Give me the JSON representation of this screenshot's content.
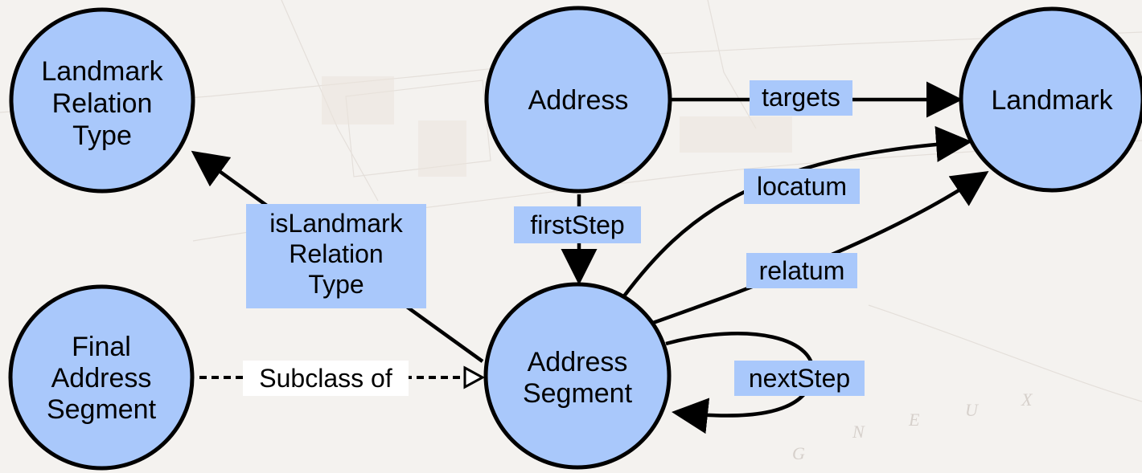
{
  "nodes": {
    "landmark_relation_type": {
      "lines": [
        "Landmark",
        "Relation",
        "Type"
      ]
    },
    "address": {
      "lines": [
        "Address"
      ]
    },
    "landmark": {
      "lines": [
        "Landmark"
      ]
    },
    "final_address_segment": {
      "lines": [
        "Final",
        "Address",
        "Segment"
      ]
    },
    "address_segment": {
      "lines": [
        "Address",
        "Segment"
      ]
    }
  },
  "edges": {
    "targets": {
      "lines": [
        "targets"
      ]
    },
    "first_step": {
      "lines": [
        "firstStep"
      ]
    },
    "locatum": {
      "lines": [
        "locatum"
      ]
    },
    "relatum": {
      "lines": [
        "relatum"
      ]
    },
    "next_step": {
      "lines": [
        "nextStep"
      ]
    },
    "is_landmark_relation_type": {
      "lines": [
        "isLandmark",
        "Relation",
        "Type"
      ]
    },
    "subclass_of": {
      "lines": [
        "Subclass of"
      ]
    }
  },
  "background_map_letters": [
    "N",
    "E",
    "U",
    "X",
    "G"
  ],
  "colors": {
    "node_fill": "#a9c8fb",
    "stroke": "#000000",
    "label_fill": "#a9c8fb",
    "subclass_label_fill": "#ffffff",
    "background": "#f4f2ef"
  }
}
